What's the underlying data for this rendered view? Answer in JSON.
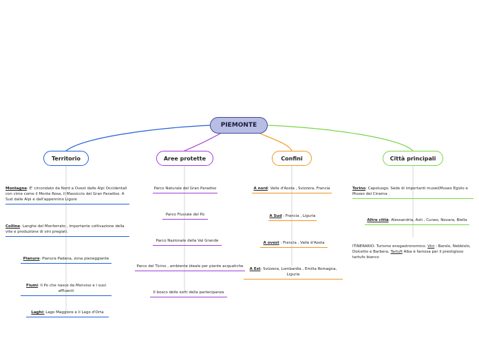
{
  "root": "PIEMONTE",
  "branches": {
    "territorio": {
      "title": "Territorio",
      "items": [
        {
          "label": "Montagne",
          "text": ": E' circondato da Nord a Ovest dalle Alpi Occidentali con cime come il Monte Rosa, il Massiccio del Gran Paradiso. A Sud dalle Alpi e dall'appennino Ligure"
        },
        {
          "label": "Colline",
          "text": ": Langhe del Monferrato , importante coltivazione della vite e produzione di vini pregiati."
        },
        {
          "label": "Pianure",
          "text": ": Pianura Padana, zona pianeggiante"
        },
        {
          "label": "Fiumi",
          "text": ": Il Po che nasce da Monviso e i suoi affluenti"
        },
        {
          "label": "Laghi:",
          "text": " Lago Maggiore e il Lago d'Orta"
        }
      ]
    },
    "aree": {
      "title": "Aree protette",
      "items": [
        "Parco  Naturale del Gran Paradiso",
        "Parco Fluviale del Po",
        "Parco Nazionale della Val Grande",
        "Parco del Ticino  , ambiente ideale per piante acquatiche",
        "Il bosco delle sorti della partecipanza"
      ]
    },
    "confini": {
      "title": "Confini",
      "items": [
        {
          "label": "A nord",
          "text": ": Valle d'Aosta , Svizzera, Francia"
        },
        {
          "label": "A Sud",
          "text": " : Francia , Liguria"
        },
        {
          "label": "A ovest",
          "text": " : Francia , Valle d'Aosta"
        },
        {
          "label": "A Est",
          "text": ": Svizzera, Lombardia , Emilia Romagna, Liguria"
        }
      ]
    },
    "citta": {
      "title": "Città principali",
      "torino_label": "Torino",
      "torino_text": ": Capoluogo. Sede di importanti musei(Museo Egizio e Museo del Cinema .",
      "altre_label": "Altre città",
      "altre_text": ": Alessandria, Asti , Cuneo, Novara, Biella",
      "itin_1": "ITINERARIO: Turismo enogastronomico. ",
      "itin_vini": "Vini",
      "itin_2": " : Barolo, Nebbiolo, Dolcetto e Barbera. ",
      "itin_tartufi": "Tartufi",
      "itin_3": " Alba è famosa per il prestigioso tartufo bianco"
    }
  },
  "colors": {
    "blue": "#1e5fd6",
    "purple": "#a23ad6",
    "orange": "#f2941e",
    "green": "#78d447",
    "root_fill": "#b8bde3"
  }
}
